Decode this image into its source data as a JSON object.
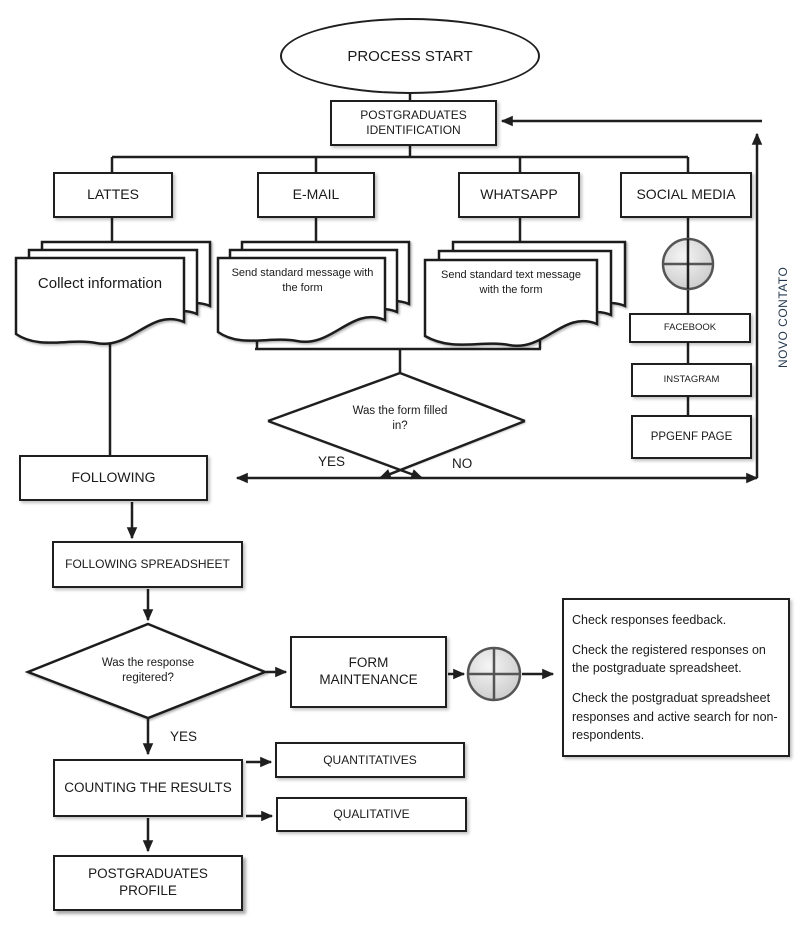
{
  "flowchart": {
    "start": {
      "label": "PROCESS START"
    },
    "identification": {
      "label": "POSTGRADUATES IDENTIFICATION"
    },
    "channels": {
      "lattes": "LATTES",
      "email": "E-MAIL",
      "whatsapp": "WHATSAPP",
      "social_media": "SOCIAL MEDIA"
    },
    "documents": {
      "lattes_doc": "Collect information",
      "email_doc": "Send standard message with the form",
      "whatsapp_doc": "Send standard text message with the form"
    },
    "decision_form": {
      "question": "Was the form filled in?",
      "yes": "YES",
      "no": "NO"
    },
    "following": "FOLLOWING",
    "following_spreadsheet": "FOLLOWING SPREADSHEET",
    "decision_response": {
      "question": "Was the response regitered?",
      "yes": "YES"
    },
    "form_maintenance": "FORM MAINTENANCE",
    "check_notes": [
      "Check responses feedback.",
      "Check the registered responses on the postgraduate spreadsheet.",
      "Check the postgraduat spreadsheet responses and active search for non-respondents."
    ],
    "counting_results": "COUNTING THE RESULTS",
    "outputs": {
      "quantitatives": "QUANTITATIVES",
      "qualitative": "QUALITATIVE"
    },
    "postgraduates_profile": "POSTGRADUATES PROFILE",
    "social_pages": {
      "facebook": "FACEBOOK",
      "instagram": "INSTAGRAM",
      "ppgenf": "PPGENF PAGE"
    },
    "feedback_label": "NOVO CONTATO"
  },
  "colors": {
    "stroke": "#1f1f1f",
    "shape_fill": "#ffffff",
    "feedback_text": "#24394f",
    "connector_fill_light": "#f2f2f2",
    "connector_fill_dark": "#cccccc"
  }
}
